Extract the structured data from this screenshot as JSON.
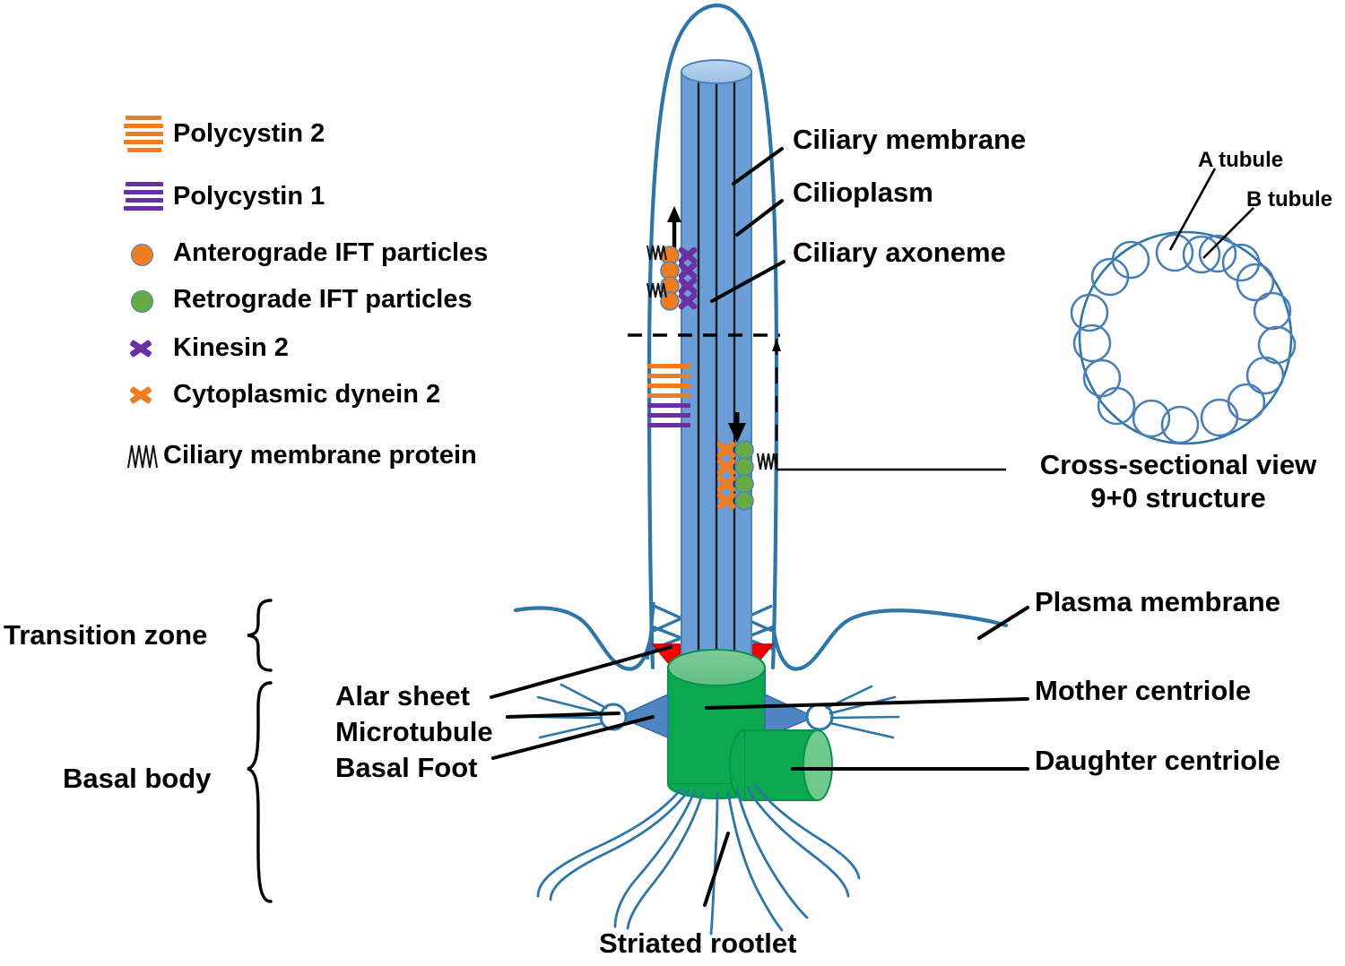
{
  "figure": {
    "type": "biological-diagram",
    "subject": "primary cilium structure"
  },
  "legend": {
    "items": [
      {
        "id": "polycystin-2",
        "label": "Polycystin 2",
        "icon": "stacked-lines-icon",
        "color": "#ee7d22",
        "lines": 5
      },
      {
        "id": "polycystin-1",
        "label": "Polycystin 1",
        "icon": "stacked-lines-icon",
        "color": "#6a2fa0",
        "lines": 4
      },
      {
        "id": "anterograde-ift",
        "label": "Anterograde IFT particles",
        "icon": "orange-circle-icon",
        "color": "#ef7c21"
      },
      {
        "id": "retrograde-ift",
        "label": "Retrograde IFT particles",
        "icon": "green-circle-icon",
        "color": "#67ab45"
      },
      {
        "id": "kinesin-2",
        "label": "Kinesin 2",
        "icon": "purple-x-icon",
        "color": "#6a2fa0"
      },
      {
        "id": "dynein-2",
        "label": "Cytoplasmic dynein 2",
        "icon": "orange-x-icon",
        "color": "#ef7c21"
      },
      {
        "id": "membrane-protein",
        "label": "Ciliary membrane protein",
        "icon": "squiggle-icon",
        "color": "#111111"
      }
    ]
  },
  "labels": {
    "ciliary_membrane": "Ciliary membrane",
    "cilioplasm": "Cilioplasm",
    "ciliary_axoneme": "Ciliary axoneme",
    "a_tubule": "A tubule",
    "b_tubule": "B tubule",
    "cross_section_line1": "Cross-sectional view",
    "cross_section_line2": "9+0 structure",
    "plasma_membrane": "Plasma membrane",
    "mother_centriole": "Mother centriole",
    "daughter_centriole": "Daughter centriole",
    "transition_zone": "Transition zone",
    "basal_body": "Basal body",
    "alar_sheet": "Alar sheet",
    "microtubule": "Microtubule",
    "basal_foot": "Basal Foot",
    "striated_rootlet": "Striated rootlet"
  },
  "colors": {
    "membrane_blue": "#2e75a8",
    "axoneme_blue": "#6b9ed6",
    "axoneme_blue_dark": "#5a8dc7",
    "axoneme_cap": "#a9c9ea",
    "centriole_green": "#0aa84f",
    "centriole_green_light": "#6fc98e",
    "alar_red": "#f40000",
    "basal_foot_blue": "#4f86c2",
    "orange": "#ef7c21",
    "purple": "#6a2fa0",
    "green_particle": "#67ab45",
    "black": "#000000"
  },
  "cross_section": {
    "doublets": 9,
    "arrangement": "9+0",
    "ring_radius": 118
  },
  "axoneme": {
    "anterograde_particles": 4,
    "retrograde_particles": 4,
    "membrane_proteins_upper": 2,
    "membrane_proteins_lower": 1,
    "polycystin2_stripes": 5,
    "polycystin1_stripes": 4
  }
}
